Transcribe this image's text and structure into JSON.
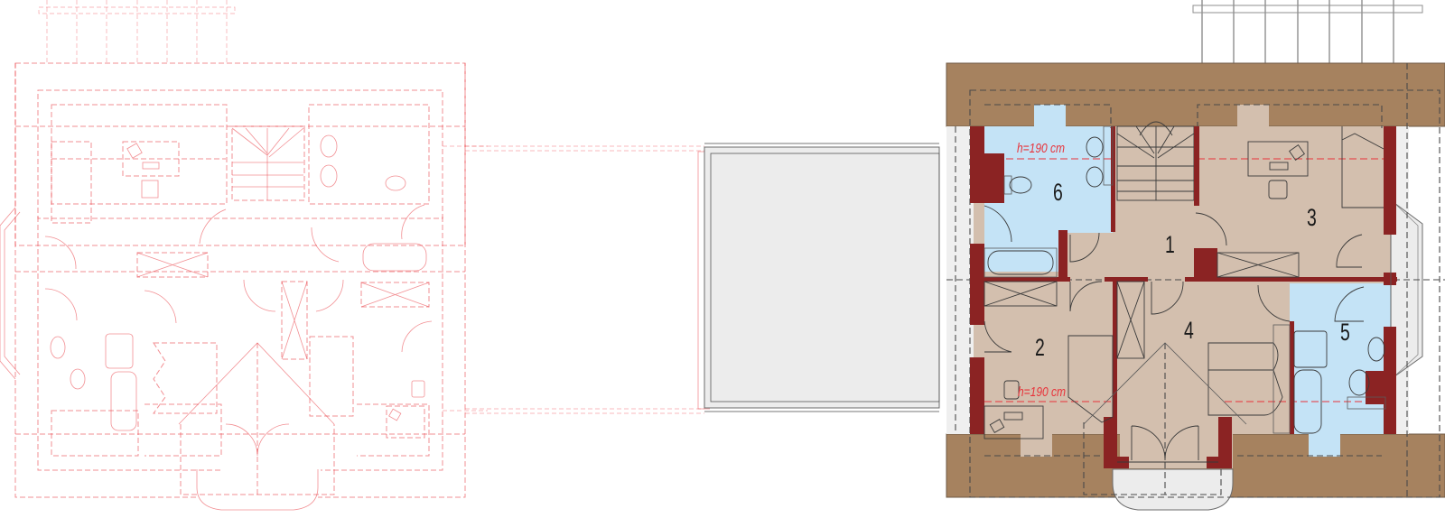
{
  "drawing": {
    "type": "attic floor plan",
    "colors": {
      "eave": "#a6825f",
      "room_floor": "#d3bfae",
      "wet_room_floor": "#c4e3f6",
      "wall": "#8b2323",
      "terrace": "#ececec",
      "ghost_plan": "#e8333a",
      "height_line": "#e8333a"
    }
  },
  "rooms": [
    {
      "number": "1",
      "type": "hall"
    },
    {
      "number": "2",
      "type": "room"
    },
    {
      "number": "3",
      "type": "room"
    },
    {
      "number": "4",
      "type": "room"
    },
    {
      "number": "5",
      "type": "bathroom"
    },
    {
      "number": "6",
      "type": "bathroom"
    }
  ],
  "annotations": {
    "height_note_top": "h=190 cm",
    "height_note_bottom": "h=190 cm"
  }
}
